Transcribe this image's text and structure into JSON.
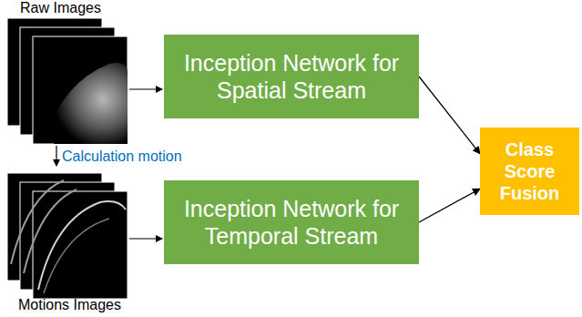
{
  "diagram": {
    "nodes": [
      {
        "text": [
          "Inception Network for Spatial Stream"
        ]
      },
      {
        "text": [
          "Inception Network for Temporal Stream"
        ]
      },
      {
        "text": [
          "Class Score Fusion"
        ]
      }
    ],
    "edges": [
      {
        "from": 0,
        "to": 2,
        "arrow": "to"
      },
      {
        "from": 1,
        "to": 2,
        "arrow": "to"
      }
    ],
    "labels": [
      "Raw Images",
      "Calculation motion",
      "Motions Images"
    ]
  }
}
